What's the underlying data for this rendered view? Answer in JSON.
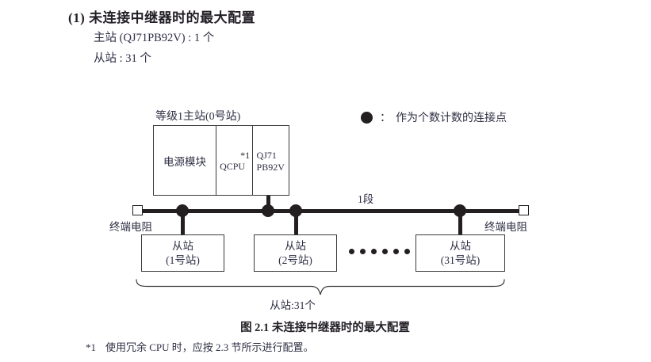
{
  "heading": {
    "number": "(1)",
    "title": "未连接中继器时的最大配置",
    "master_line": "主站 (QJ71PB92V) : 1 个",
    "slave_line": "从站 : 31 个"
  },
  "legend": {
    "symbol": "filled-circle",
    "colon": "：",
    "text": "作为个数计数的连接点"
  },
  "diagram": {
    "master": {
      "caption": "等级1主站(0号站)",
      "modules": [
        {
          "label": "电源模块"
        },
        {
          "label": "QCPU",
          "footnote_mark": "*1"
        },
        {
          "label_line1": "QJ71",
          "label_line2": "PB92V"
        }
      ]
    },
    "bus": {
      "segment_label": "1段",
      "terminator_left": "终端电阻",
      "terminator_right": "终端电阻",
      "node_count": 4
    },
    "slaves": [
      {
        "title": "从站",
        "station": "(1号站)"
      },
      {
        "title": "从站",
        "station": "(2号站)"
      },
      {
        "title": "从站",
        "station": "(31号站)"
      }
    ],
    "ellipsis_dots": 6,
    "brace_label": "从站:31个"
  },
  "caption": "图 2.1  未连接中继器时的最大配置",
  "footnote": {
    "mark": "*1",
    "text": "使用冗余 CPU 时，应按 2.3 节所示进行配置。"
  }
}
